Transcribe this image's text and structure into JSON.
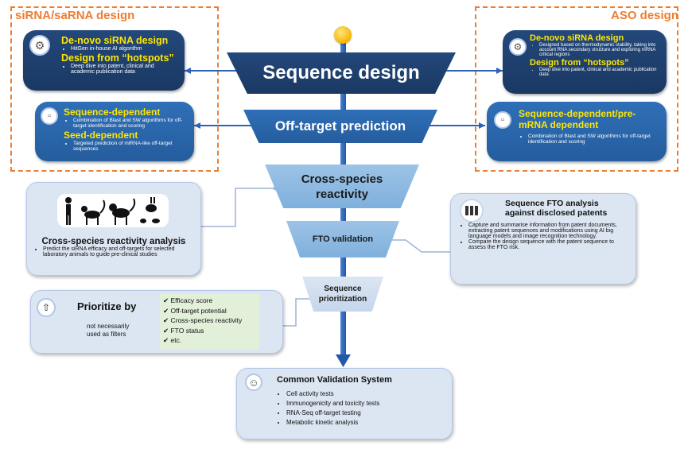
{
  "left_section_title": "siRNA/saRNA design",
  "right_section_title": "ASO design",
  "funnel": {
    "sequence_design": "Sequence design",
    "off_target": "Off-target prediction",
    "cross_species_1": "Cross-species",
    "cross_species_2": "reactivity",
    "fto": "FTO validation",
    "prioritization_1": "Sequence",
    "prioritization_2": "prioritization"
  },
  "left_design": {
    "h1": "De-novo siRNA design",
    "b1": "HitGen in-house AI algorithm",
    "h2": "Design from “hotspots”",
    "b2": "Deep dive into patent, clinical and academic publication data"
  },
  "right_design": {
    "h1": "De-novo siRNA design",
    "b1": "Designed based on thermodynamic stability, taking into account RNA secondary structure and exploring mRNA critical regions",
    "h2": "Design from “hotspots”",
    "b2": "Deep dive into patent, clinical and academic publication data"
  },
  "left_offtarget": {
    "h1": "Sequence-dependent",
    "b1": "Combination of Blast and SW algorithms for off-target identification and scoring",
    "h2": "Seed-dependent",
    "b2": "Targeted prediction of miRNA-like off-target sequences"
  },
  "right_offtarget": {
    "h1a": "Sequence-dependent/pre-",
    "h1b": "mRNA dependent",
    "b1": "Combination of Blast and SW algorithms for off-target identification and scoring"
  },
  "cross_species_box": {
    "title": "Cross-species reactivity analysis",
    "b1": "Predict the siRNA efficacy and off-targets for selected laboratory animals to guide pre-clinical studies"
  },
  "fto_box": {
    "title1": "Sequence FTO analysis",
    "title2": "against disclosed patents",
    "b1": "Capture and summarise information from patent documents, extracting patent sequences and modifications using AI big language models and image recognition technology.",
    "b2": "Compare the design sequence with the patent sequence to assess the FTO risk."
  },
  "prioritize_box": {
    "title": "Prioritize by",
    "note1": "not necessarily",
    "note2": "used as filters",
    "items": [
      "Efficacy score",
      "Off-target potential",
      "Cross-species reactivity",
      "FTO status",
      "etc."
    ]
  },
  "validation_box": {
    "title": "Common Validation System",
    "items": [
      "Cell activity tests",
      "Immunogenicity and toxicity tests",
      "RNA-Seq off-target testing",
      "Metabolic kinetic analysis"
    ]
  },
  "colors": {
    "orange": "#ed7d31",
    "dark_blue": "#1f3f6e",
    "mid_blue": "#2b68ad",
    "yellow_text": "#ffe600",
    "axis_blue": "#2e63b8",
    "check_bg": "#e2efd9"
  }
}
